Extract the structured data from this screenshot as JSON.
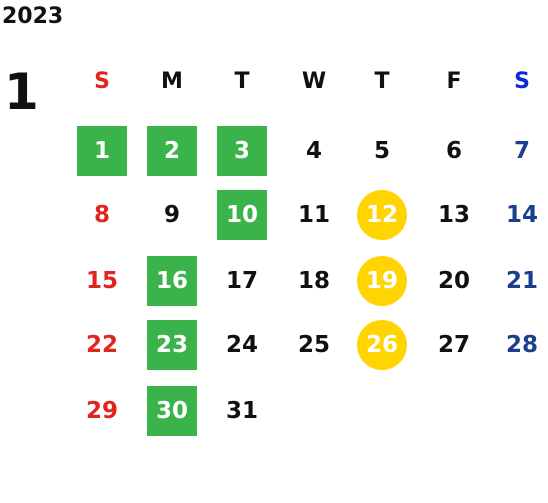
{
  "calendar": {
    "year": "2023",
    "month": "1",
    "weekdays": [
      "S",
      "M",
      "T",
      "W",
      "T",
      "F",
      "S"
    ],
    "weeks": [
      [
        {
          "day": "1",
          "mark": "green"
        },
        {
          "day": "2",
          "mark": "green"
        },
        {
          "day": "3",
          "mark": "green"
        },
        {
          "day": "4",
          "mark": ""
        },
        {
          "day": "5",
          "mark": ""
        },
        {
          "day": "6",
          "mark": ""
        },
        {
          "day": "7",
          "mark": ""
        }
      ],
      [
        {
          "day": "8",
          "mark": ""
        },
        {
          "day": "9",
          "mark": ""
        },
        {
          "day": "10",
          "mark": "green"
        },
        {
          "day": "11",
          "mark": ""
        },
        {
          "day": "12",
          "mark": "gold"
        },
        {
          "day": "13",
          "mark": ""
        },
        {
          "day": "14",
          "mark": ""
        }
      ],
      [
        {
          "day": "15",
          "mark": ""
        },
        {
          "day": "16",
          "mark": "green"
        },
        {
          "day": "17",
          "mark": ""
        },
        {
          "day": "18",
          "mark": ""
        },
        {
          "day": "19",
          "mark": "gold"
        },
        {
          "day": "20",
          "mark": ""
        },
        {
          "day": "21",
          "mark": ""
        }
      ],
      [
        {
          "day": "22",
          "mark": ""
        },
        {
          "day": "23",
          "mark": "green"
        },
        {
          "day": "24",
          "mark": ""
        },
        {
          "day": "25",
          "mark": ""
        },
        {
          "day": "26",
          "mark": "gold"
        },
        {
          "day": "27",
          "mark": ""
        },
        {
          "day": "28",
          "mark": ""
        }
      ],
      [
        {
          "day": "29",
          "mark": ""
        },
        {
          "day": "30",
          "mark": "green"
        },
        {
          "day": "31",
          "mark": ""
        }
      ]
    ]
  },
  "colors": {
    "green_highlight": "#3ab34a",
    "gold_highlight": "#ffd400",
    "sunday": "#e0251f",
    "saturday": "#1b3f8f",
    "saturday_header": "#0a2bd6"
  }
}
